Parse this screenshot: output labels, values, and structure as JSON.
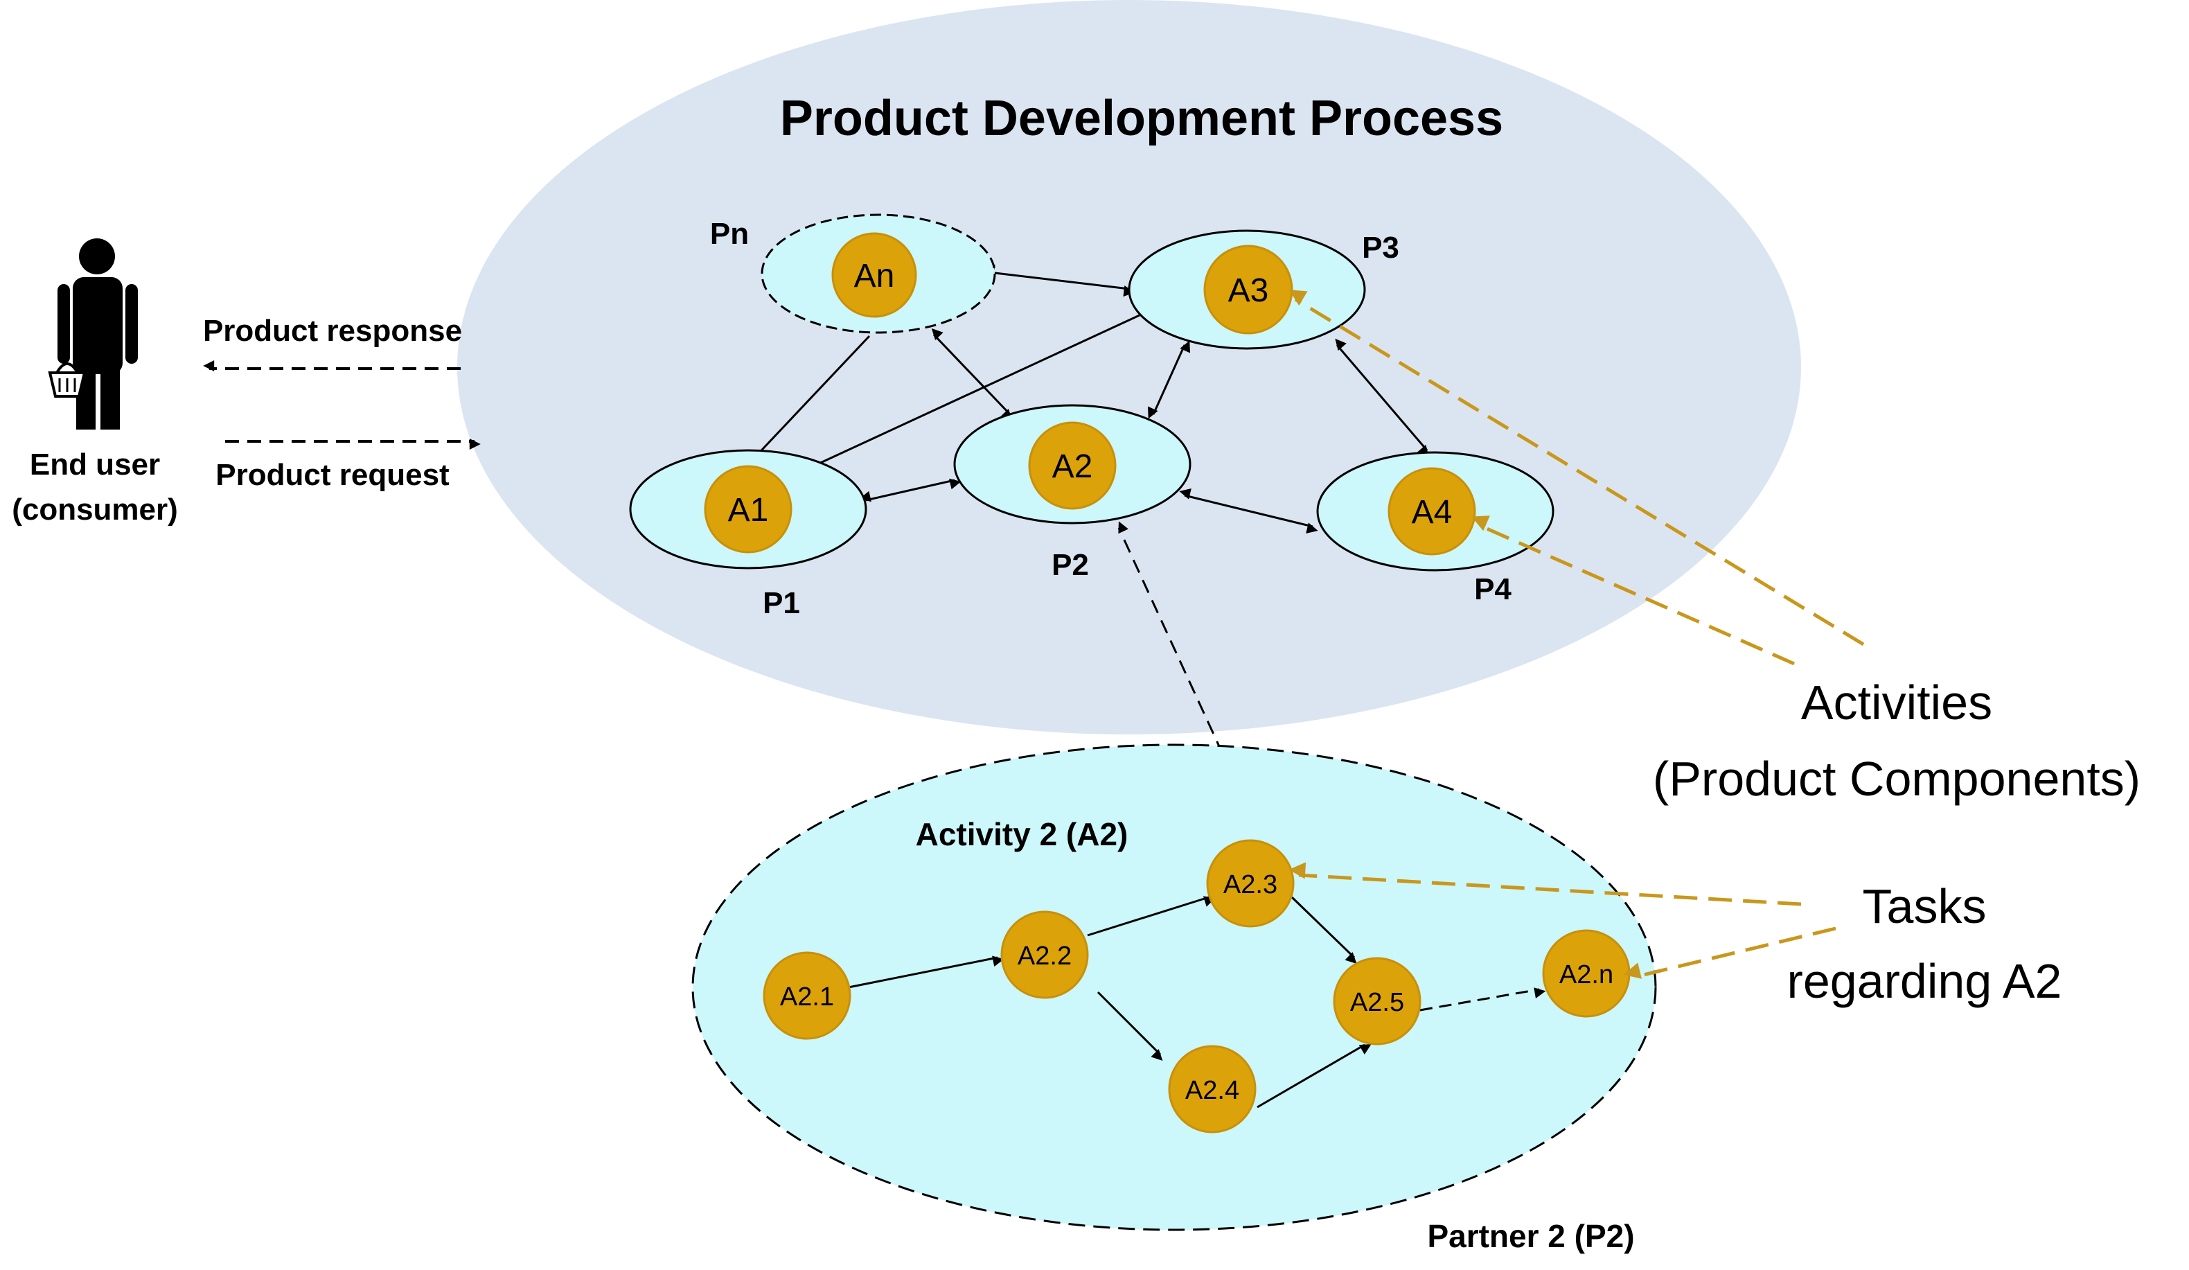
{
  "title": "Product Development Process",
  "end_user": {
    "label_line1": "End user",
    "label_line2": "(consumer)",
    "response_label": "Product response",
    "request_label": "Product request"
  },
  "partners": [
    {
      "id": "Pn",
      "activity": "An"
    },
    {
      "id": "P3",
      "activity": "A3"
    },
    {
      "id": "P2",
      "activity": "A2"
    },
    {
      "id": "P1",
      "activity": "A1"
    },
    {
      "id": "P4",
      "activity": "A4"
    }
  ],
  "detail": {
    "title": "Activity 2 (A2)",
    "partner_caption": "Partner 2 (P2)",
    "tasks": [
      "A2.1",
      "A2.2",
      "A2.3",
      "A2.4",
      "A2.5",
      "A2.n"
    ]
  },
  "annotations": {
    "activities_line1": "Activities",
    "activities_line2": "(Product Components)",
    "tasks_line1": "Tasks",
    "tasks_line2": "regarding A2"
  },
  "colors": {
    "outer_ellipse": "#dbe5f1",
    "partner_fill": "#ccf7fb",
    "node_fill": "#dba20a",
    "node_stroke": "#c8900a",
    "annotation_arrow": "#c9971c"
  }
}
